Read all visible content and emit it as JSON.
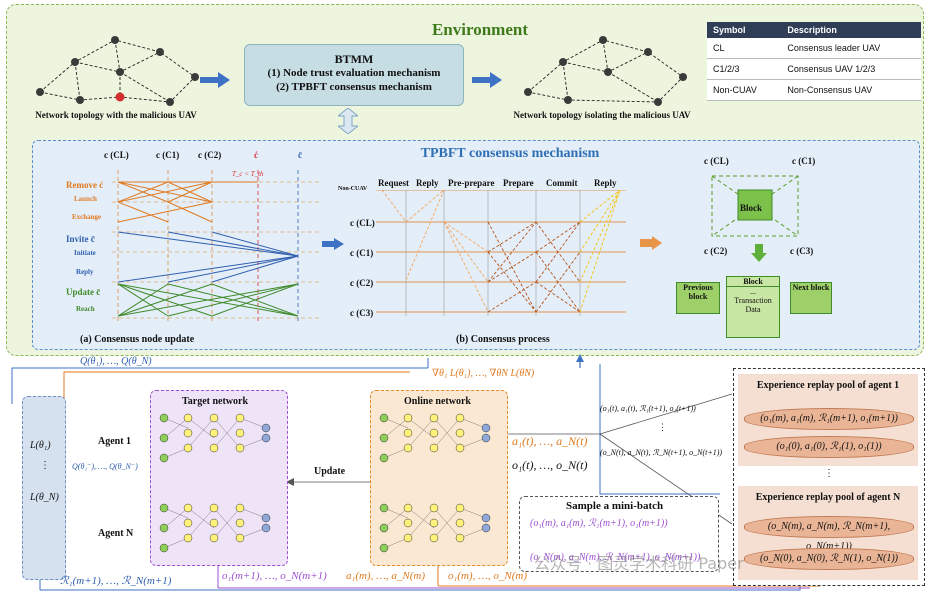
{
  "environment": {
    "title": "Environment",
    "caption_left": "Network topology with the malicious UAV",
    "caption_right": "Network topology isolating the malicious UAV"
  },
  "btmm": {
    "title": "BTMM",
    "line1": "(1) Node trust evaluation mechanism",
    "line2": "(2) TPBFT consensus mechanism"
  },
  "symbol_table": {
    "headers": [
      "Symbol",
      "Description"
    ],
    "rows": [
      [
        "CL",
        "Consensus leader UAV"
      ],
      [
        "C1/2/3",
        "Consensus UAV 1/2/3"
      ],
      [
        "Non-CUAV",
        "Non-Consensus UAV"
      ]
    ]
  },
  "tpbft": {
    "title": "TPBFT consensus mechanism",
    "node_update": {
      "node_labels": [
        "c (CL)",
        "c (C1)",
        "c (C2)",
        "ć",
        "c̄"
      ],
      "threshold": "T_c < T_th",
      "phases": [
        "Remove ć",
        "Launch",
        "Exchange",
        "Invite c̄",
        "Initiate",
        "Reply",
        "Update c̄",
        "Reach"
      ],
      "caption": "(a) Consensus node update"
    },
    "process": {
      "rows": [
        "Non-CUAV",
        "c (CL)",
        "c (C1)",
        "c (C2)",
        "c (C3)"
      ],
      "phases": [
        "Request",
        "Reply",
        "Pre-prepare",
        "Prepare",
        "Commit",
        "Reply"
      ],
      "caption": "(b) Consensus process"
    },
    "chain": {
      "nodes": [
        "c (CL)",
        "c (C1)",
        "c (C2)",
        "c (C3)"
      ],
      "block": "Block",
      "previous": "Previous block",
      "next": "Next block",
      "block_dots": "...",
      "transaction": "Transaction Data"
    }
  },
  "training": {
    "q_top": "Q(θ₁), …, Q(θ_N)",
    "grad": "∇θ₁ L(θ₁), …, ∇θN L(θN)",
    "loss_top": "L(θ₁)",
    "loss_dots": "⋮",
    "loss_bottom": "L(θ_N)",
    "target_title": "Target network",
    "online_title": "Online network",
    "agent1": "Agent 1",
    "agentN": "Agent N",
    "update": "Update",
    "q_minus": "Q(θ₁⁻), …, Q(θ_N⁻)",
    "actions": "a₁(t), …, a_N(t)",
    "obs": "o₁(t), …, o_N(t)",
    "transition1": "(o₁(t), a₁(t), ℛ₁(t+1), o₁(t+1))",
    "transition_dots": "⋮",
    "transitionN": "(o_N(t), a_N(t), ℛ_N(t+1), o_N(t+1))",
    "pool1_title": "Experience replay pool of agent 1",
    "pool1_top": "(o₁(m), a₁(m), ℛ₁(m+1), o₁(m+1))",
    "pool1_bottom": "(o₁(0), a₁(0), ℛ₁(1), o₁(1))",
    "poolN_title": "Experience replay pool of agent N",
    "poolN_top": "(o_N(m), a_N(m), ℛ_N(m+1), o_N(m+1))",
    "poolN_bottom": "(o_N(0), a_N(0), ℛ_N(1), o_N(1))",
    "pool_dots": "⋮",
    "sample_title": "Sample a mini-batch",
    "sample1": "(o₁(m), a₁(m), ℛ₁(m+1), o₁(m+1))",
    "sampleN": "(o_N(m), a_N(m), ℛ_N(m+1), o_N(m+1))",
    "bottom_r": "ℛ₁(m+1), …, ℛ_N(m+1)",
    "bottom_o_next": "o₁(m+1), …, o_N(m+1)",
    "bottom_a": "a₁(m), …, a_N(m)",
    "bottom_o": "o₁(m), …, o_N(m)"
  },
  "watermark": "公众号 · 图灵学术科研 Paper",
  "colors": {
    "orange": "#e07a20",
    "blue": "#2f5fb0",
    "green": "#3f8a2a",
    "purple": "#9c4fd0"
  }
}
